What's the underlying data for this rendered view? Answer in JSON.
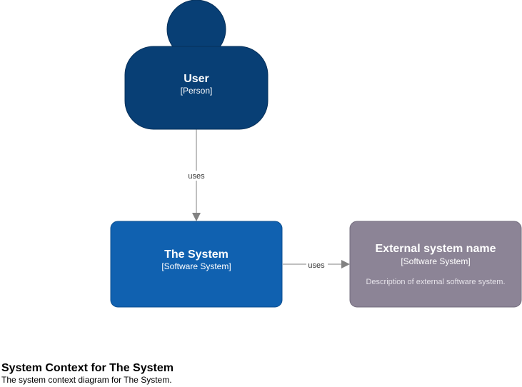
{
  "diagram": {
    "nodes": {
      "user": {
        "title": "User",
        "type": "[Person]",
        "color": "#083f75",
        "border": "#06305a"
      },
      "system": {
        "title": "The System",
        "type": "[Software System]",
        "color": "#1061b0",
        "border": "#0d4f90"
      },
      "external": {
        "title": "External system name",
        "type": "[Software System]",
        "description": "Description of external software system.",
        "color": "#8c8496",
        "border": "#736c7d"
      }
    },
    "edges": {
      "user_to_system": {
        "label": "uses"
      },
      "system_to_external": {
        "label": "uses"
      }
    },
    "edge_color": "#828282"
  },
  "caption": {
    "title": "System Context for The System",
    "description": "The system context diagram for The System."
  }
}
